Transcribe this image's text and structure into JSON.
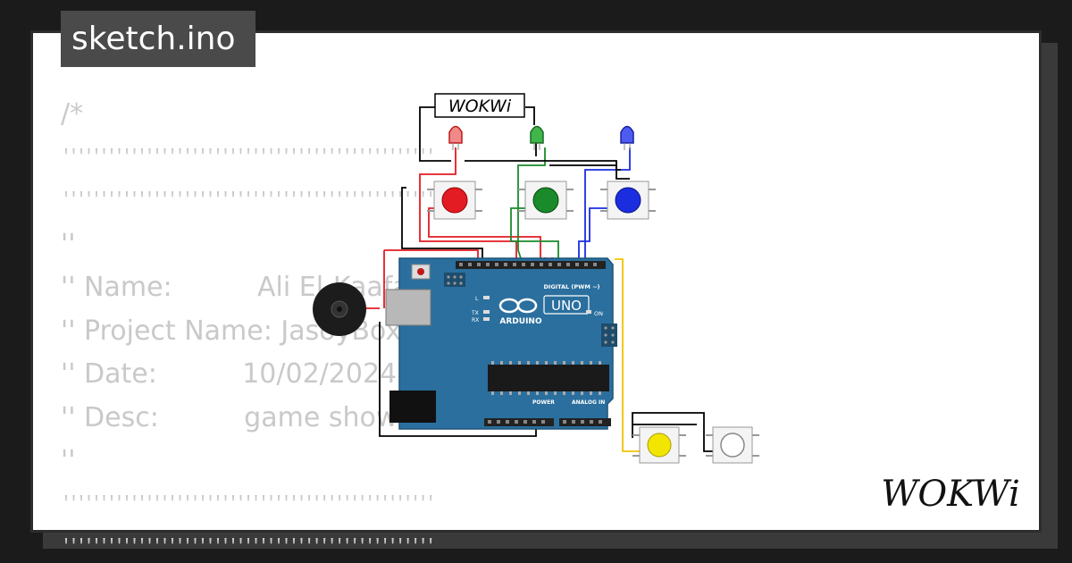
{
  "tab": {
    "title": "sketch.ino"
  },
  "code": {
    "lines": [
      "/*",
      "''''''''''''''''''''''''''''''''''''''''''''''''''",
      "''''''''''''''''''''''''''''''''''''''''''''''''''",
      "''                                                      ''",
      "'' Name:          Ali El-Kaafar",
      "'' Project Name: JasoyBox",
      "'' Date:          10/02/2024",
      "'' Desc:          game show ..",
      "''                                                      ''",
      "''''''''''''''''''''''''''''''''''''''''''''''''''",
      "''''''''''''''''''''''''''''''''''''''''''''''''''"
    ]
  },
  "diagram": {
    "wokwi_label": "WOKWi",
    "board": {
      "name": "UNO",
      "brand": "ARDUINO",
      "digital_label": "DIGITAL (PWM ~)",
      "power_label": "POWER",
      "analog_label": "ANALOG IN",
      "on_label": "ON",
      "tx_label": "TX",
      "rx_label": "RX",
      "l_label": "L"
    },
    "colors": {
      "board": "#2a6f9e",
      "red": "#e31b23",
      "green": "#1a8a2a",
      "blue": "#1a2ee0",
      "yellow": "#f2e600",
      "white": "#ffffff",
      "wire_black": "#000000",
      "wire_red": "#e31b23",
      "wire_yellow": "#f2c200"
    }
  },
  "brand": {
    "text": "WOKWi"
  }
}
